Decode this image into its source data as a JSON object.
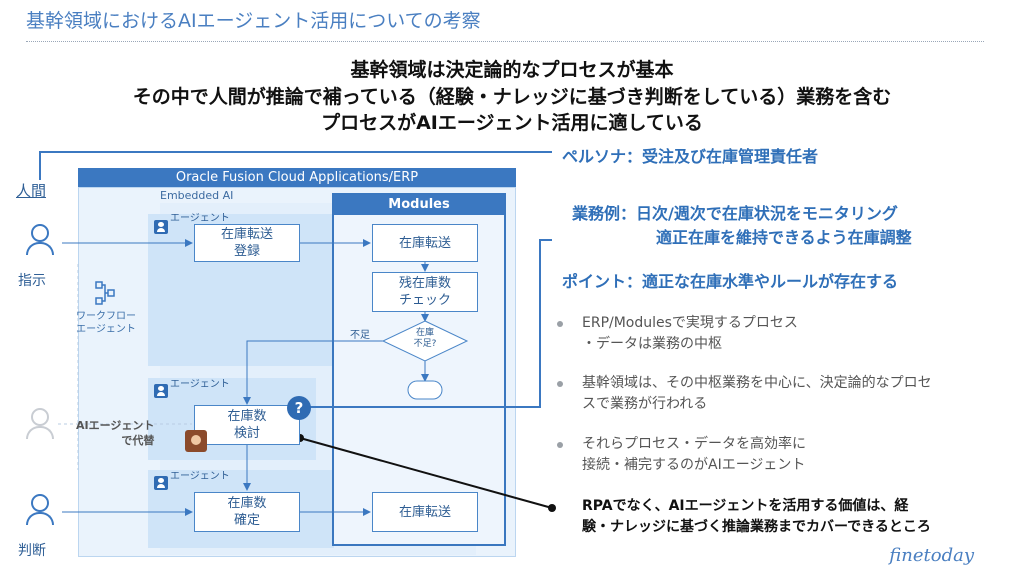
{
  "slide": {
    "title": "基幹領域におけるAIエージェント活用についての考察",
    "headline": [
      "基幹領域は決定論的なプロセスが基本",
      "その中で人間が推論で補っている（経験・ナレッジに基づき判断をしている）業務を含む",
      "プロセスがAIエージェント活用に適している"
    ]
  },
  "diagram": {
    "left": {
      "human": "人間",
      "instruct": "指示",
      "judge": "判断",
      "workflow_agent": [
        "ワークフロー",
        "エージェント"
      ],
      "ai_replace": [
        "AIエージェント",
        "で代替"
      ]
    },
    "erp_title": "Oracle Fusion Cloud Applications/ERP",
    "embedded_ai": "Embedded AI",
    "agent_label": "エージェント",
    "modules_title": "Modules",
    "steps": {
      "register": [
        "在庫転送",
        "登録"
      ],
      "review": [
        "在庫数",
        "検討"
      ],
      "confirm": [
        "在庫数",
        "確定"
      ],
      "transfer1": "在庫転送",
      "check": [
        "残在庫数",
        "チェック"
      ],
      "decision": [
        "在庫",
        "不足?"
      ],
      "shortage": "不足",
      "transfer2": "在庫転送"
    }
  },
  "right": {
    "persona": "ペルソナ：受注及び在庫管理責任者",
    "example": [
      "業務例：日次/週次で在庫状況をモニタリング",
      "適正在庫を維持できるよう在庫調整"
    ],
    "point": "ポイント：適正な在庫水準やルールが存在する",
    "bullets": [
      [
        "ERP/Modulesで実現するプロセス",
        "・データは業務の中枢"
      ],
      [
        "基幹領域は、その中枢業務を中心に、決定論的なプロセ",
        "スで業務が行われる"
      ],
      [
        "それらプロセス・データを高効率に",
        "接続・補完するのがAIエージェント"
      ]
    ],
    "key": [
      "RPAでなく、AIエージェントを活用する価値は、経",
      "験・ナレッジに基づく推論業務までカバーできるところ"
    ]
  },
  "logo": "finetoday",
  "colors": {
    "accent": "#3b78c1",
    "title": "#4a7fc1",
    "lane": "#cfe4f8"
  }
}
